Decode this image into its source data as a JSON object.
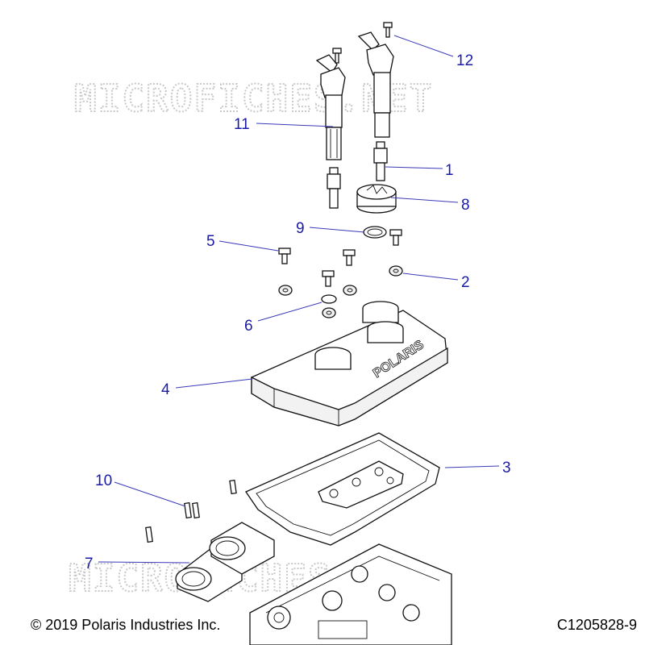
{
  "watermark": "MICROFICHES.NET",
  "callouts": {
    "c1": "1",
    "c2": "2",
    "c3": "3",
    "c4": "4",
    "c5": "5",
    "c6": "6",
    "c7": "7",
    "c8": "8",
    "c9": "9",
    "c10": "10",
    "c11": "11",
    "c12": "12"
  },
  "footer": {
    "copyright": "© 2019 Polaris Industries Inc.",
    "figure_code": "C1205828-9"
  },
  "colors": {
    "callout": "#1a1aa8",
    "leader": "#3a3ab8",
    "watermark": "#c9c9c9"
  }
}
